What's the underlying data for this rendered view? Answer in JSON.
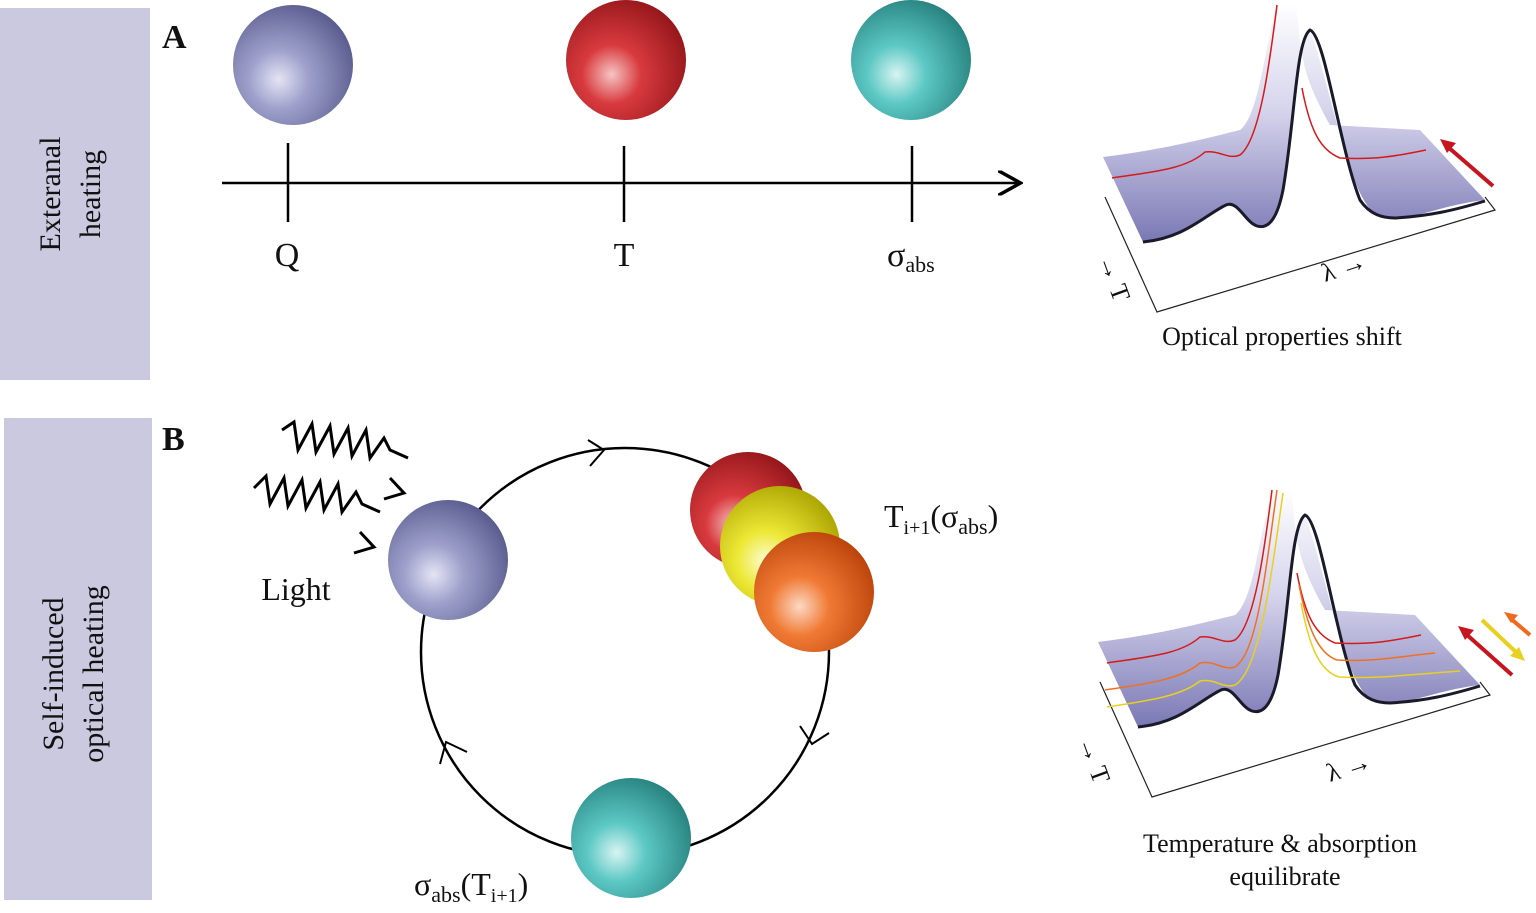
{
  "panel_a": {
    "letter": "A",
    "side_label": [
      "Exteranal",
      "heating"
    ],
    "axis_labels": {
      "q": "Q",
      "t": "T",
      "sigma": "σ",
      "sigma_sub": "abs"
    },
    "plot": {
      "t_axis": "T",
      "t_arrow": "→",
      "lambda_axis": "λ",
      "lambda_arrow": "→",
      "caption": "Optical properties shift"
    }
  },
  "panel_b": {
    "letter": "B",
    "side_label": [
      "Self-induced",
      "optical  heating"
    ],
    "light_label": "Light",
    "temp_label": {
      "main": "T",
      "sub": "i+1",
      "paren_open": "(σ",
      "sub2": "abs",
      "paren_close": ")"
    },
    "sigma_label": {
      "main": "σ",
      "sub": "abs",
      "paren_open": "(T",
      "sub2": "i+1",
      "paren_close": ")"
    },
    "plot": {
      "t_axis": "T",
      "t_arrow": "→",
      "lambda_axis": "λ",
      "lambda_arrow": "→",
      "caption_line1": "Temperature & absorption",
      "caption_line2": "equilibrate"
    }
  },
  "colors": {
    "label_box": "#cbc9df",
    "blue_sphere": "#8a8cbc",
    "red_sphere": "#c8242c",
    "teal_sphere": "#45b8b4",
    "yellow_sphere": "#e8e020",
    "orange_sphere": "#ee6a1c",
    "arrow_red": "#c8141e"
  }
}
